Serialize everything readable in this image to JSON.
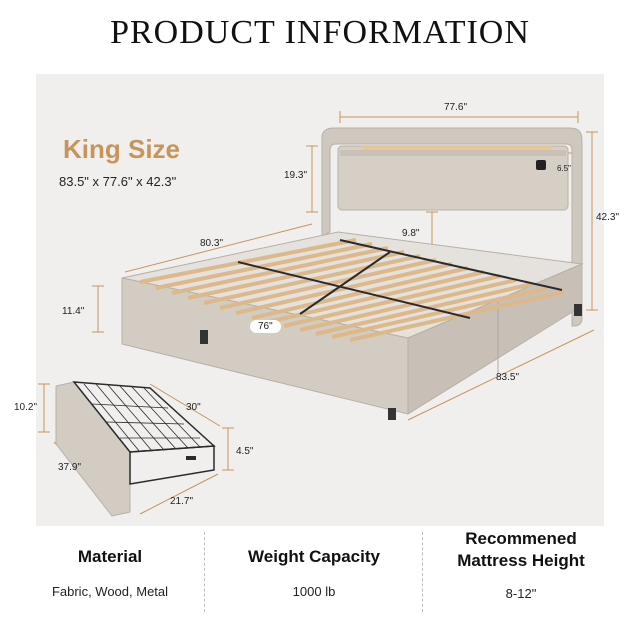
{
  "header": {
    "title": "PRODUCT INFORMATION"
  },
  "size": {
    "label": "King Size",
    "dims": "83.5\" x 77.6\" x 42.3\""
  },
  "bed_dims": {
    "headboard_width": "77.6\"",
    "wing_depth": "6.5\"",
    "headboard_panel": "19.3\"",
    "total_height": "42.3\"",
    "rail_length": "80.3\"",
    "leg_clearance": "9.8\"",
    "frame_height": "11.4\"",
    "slat_span": "76\"",
    "total_length": "83.5\""
  },
  "drawer_dims": {
    "height": "10.2\"",
    "length": "30\"",
    "inner_height": "4.5\"",
    "depth": "37.9\"",
    "width": "21.7\""
  },
  "specs": [
    {
      "label": "Material",
      "value": "Fabric, Wood,  Metal"
    },
    {
      "label": "Weight Capacity",
      "value": "1000 lb"
    },
    {
      "label": "Recommened\nMattress Height",
      "value": "8-12\""
    }
  ],
  "colors": {
    "accent": "#c7955b",
    "panel": "#f0efee",
    "fabric": "#d3ccc3",
    "slat": "#dcb98a",
    "metal": "#2b2b2b"
  }
}
